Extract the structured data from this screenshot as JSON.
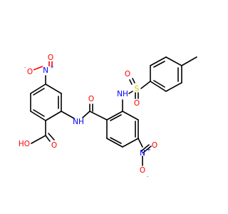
{
  "molecule": {
    "atom_labels": {
      "nitro_left": {
        "n": "N",
        "n_charge": "+",
        "o_top": "O",
        "o_left": "O",
        "o_left_charge": "-"
      },
      "nitro_bottom": {
        "n": "N",
        "n_charge": "+",
        "o_right": "O",
        "o_bottom": "O",
        "o_bottom_charge": "-"
      },
      "amide_o": "O",
      "amide_nh": "NH",
      "sulfonamide_nh": "NH",
      "sulfur": "S",
      "sulfonyl_o_left": "O",
      "sulfonyl_o_bottom": "O",
      "acid_oh": "HO",
      "acid_o": "O"
    },
    "colors": {
      "bond": "#000000",
      "oxygen": "#ff0000",
      "nitrogen": "#0000ff",
      "sulfur": "#c8c800"
    }
  }
}
